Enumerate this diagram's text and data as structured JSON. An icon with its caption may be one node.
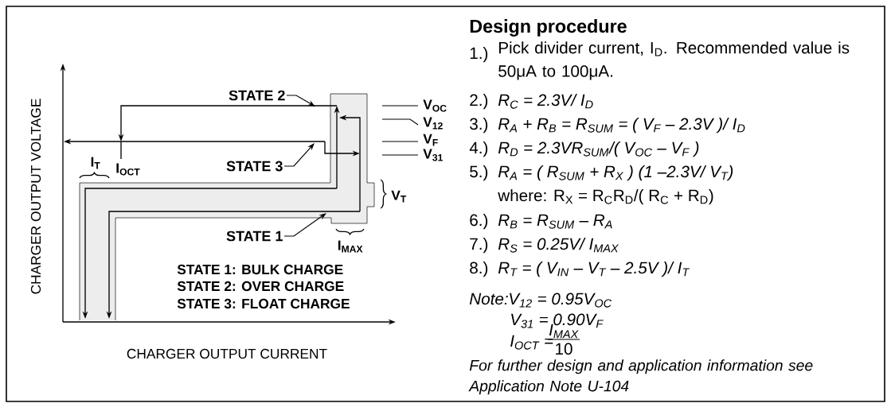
{
  "diagram": {
    "nodes": [
      {
        "text": [
          "STATE 2"
        ]
      },
      {
        "text": [
          "STATE 3"
        ]
      },
      {
        "text": [
          "STATE 1"
        ]
      }
    ],
    "edges": [
      {
        "from": 0,
        "to": null,
        "arrow": "to"
      },
      {
        "from": 1,
        "to": null,
        "arrow": "to"
      },
      {
        "from": 2,
        "to": null,
        "arrow": "to"
      }
    ],
    "labels": [
      "CHARGER OUTPUT VOLTAGE",
      "V$_{OC}$",
      "V$_{12}$",
      "V$_{F}$",
      "V$_{31}$",
      "I$_{T}$",
      "I$_{OCT}$",
      "V$_{T}$",
      "I$_{MAX}$",
      "STATE 1: BULK CHARGE",
      "STATE 2: OVER CHARGE",
      "STATE 3: FLOAT CHARGE",
      "CHARGER OUTPUT CURRENT",
      "Design procedure",
      "1.)",
      "Pick divider current, I$_{D}$. Recommended value is 50μA to 100μA.",
      "2.)",
      "R$_{C}$ = 2.3V/ I$_{D}$",
      "3.)",
      "R$_{A}$ + R$_{B}$ = R$_{SUM}$ = ( V$_{F}$ – 2.3V )/ I$_{D}$",
      "4.)",
      "R$_{D}$ = 2.3VR$_{SUM}$/( V$_{OC}$ – V$_{F}$ )",
      "5.)",
      "R$_{A}$ = ( R$_{SUM}$ + R$_{X}$ ) (1 –2.3V/ V$_{T}$)",
      "where: R$_{X}$ = R$_{C}$R$_{D}$/( R$_{C}$ + R$_{D}$)",
      "6.)",
      "R$_{B}$ = R$_{SUM}$ – R$_{A}$",
      "7.)",
      "R$_{S}$ = 0.25V/ I$_{MAX}$",
      "8.)",
      "R$_{T}$ = ( V$_{IN}$ – V$_{T}$ – 2.5V )/ I$_{T}$",
      "Note:",
      "V$_{12}$ = 0.95V$_{OC}$",
      "V$_{31}$ = 0.90V$_{F}$",
      "I$_{OCT}$ =",
      "I$_{MAX}$",
      "10",
      "For further design and application information see Application Note U-104"
    ]
  }
}
